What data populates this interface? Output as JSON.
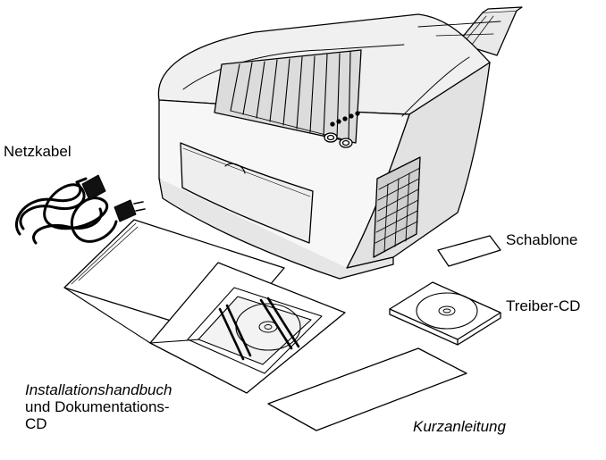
{
  "labels": {
    "power_cord": "Netzkabel",
    "template": "Schablone",
    "driver_cd": "Treiber-CD",
    "setup_guide_line1": "Installationshandbuch",
    "setup_guide_line2": "und Dokumentations-",
    "setup_guide_line3": "CD",
    "quick_reference": "Kurzanleitung"
  }
}
